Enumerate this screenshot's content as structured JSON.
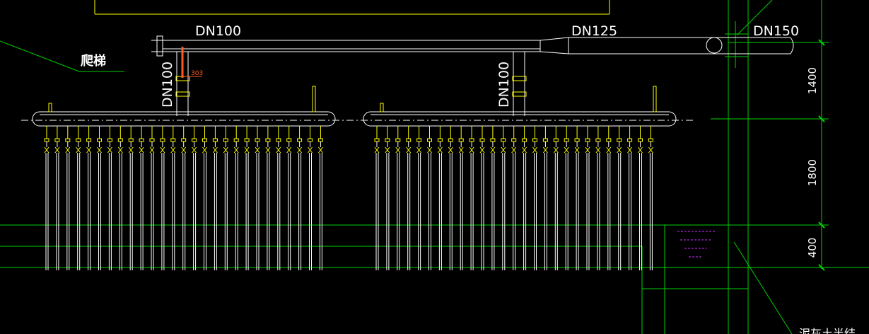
{
  "pipes": {
    "main_left_label": "DN100",
    "main_mid_label": "DN125",
    "main_right_label": "DN150",
    "drop_left_label": "DN100",
    "drop_right_label": "DN100"
  },
  "annotations": {
    "ladder_label": "爬梯",
    "tag_303": "303",
    "bottom_note": "泥灰土半结"
  },
  "dimensions": {
    "top": "1400",
    "middle": "1800",
    "bottom": "400"
  },
  "colors": {
    "background": "#000000",
    "structure": "#00d000",
    "pipe": "#ffffff",
    "fitting": "#ffff00",
    "highlight": "#ff5a1e",
    "water_level": "#d030ff"
  }
}
